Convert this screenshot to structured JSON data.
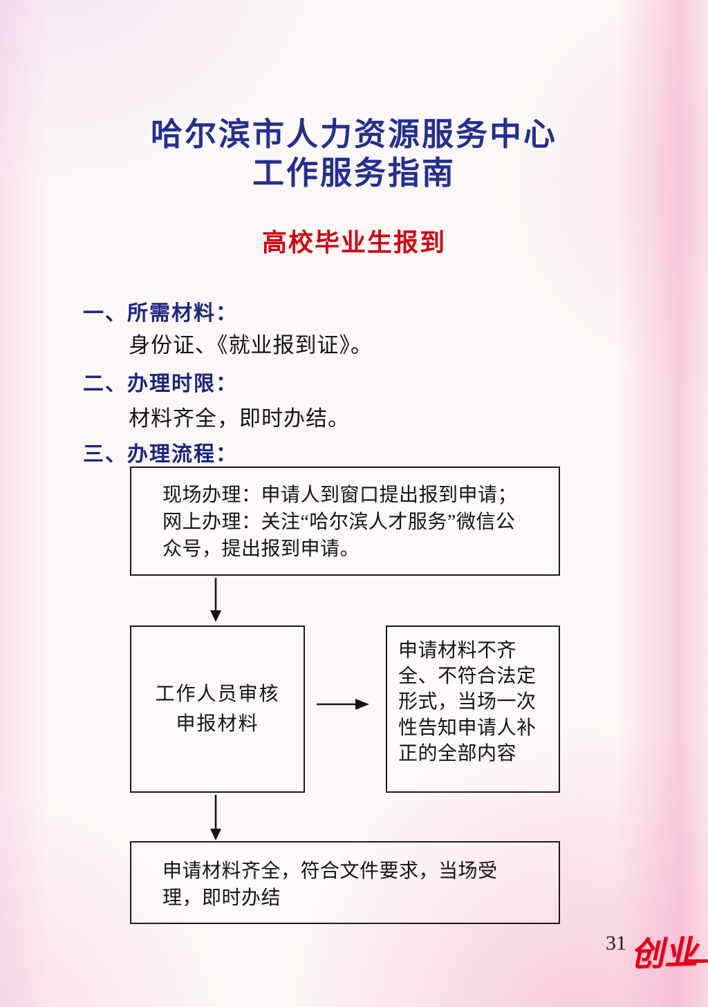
{
  "doc": {
    "title_line1": "哈尔滨市人力资源服务中心",
    "title_line2": "工作服务指南",
    "subtitle": "高校毕业生报到",
    "sections": [
      {
        "heading": "一、所需材料：",
        "body": "身份证、《就业报到证》。"
      },
      {
        "heading": "二、办理时限：",
        "body": "材料齐全，即时办结。"
      },
      {
        "heading": "三、办理流程：",
        "body": ""
      }
    ],
    "flowchart": {
      "start": "现场办理：申请人到窗口提出报到申请；网上办理：关注“哈尔滨人才服务”微信公众号，提出报到申请。",
      "review": "工作人员审核申报材料",
      "reject": "申请材料不齐全、不符合法定形式，当场一次性告知申请人补正的全部内容",
      "accept": "申请材料齐全，符合文件要求，当场受理，即时办结"
    },
    "page_number": "31",
    "logo_text": "创业"
  }
}
